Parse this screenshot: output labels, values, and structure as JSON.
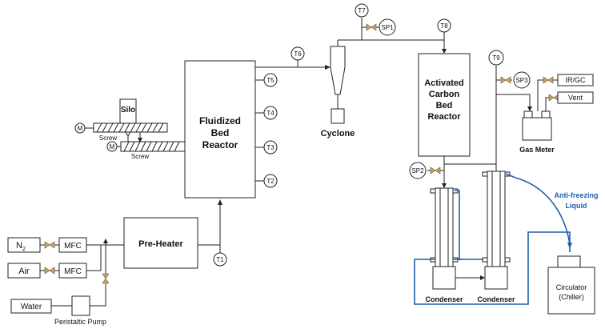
{
  "sensors": {
    "t1": "T1",
    "t2": "T2",
    "t3": "T3",
    "t4": "T4",
    "t5": "T5",
    "t6": "T6",
    "t7": "T7",
    "t8": "T8",
    "t9": "T9"
  },
  "sample_ports": {
    "sp1": "SP1",
    "sp2": "SP2",
    "sp3": "SP3"
  },
  "units": {
    "silo": "Silo",
    "screw_upper": "Screw",
    "screw_lower": "Screw",
    "motor": "M",
    "fbr_line1": "Fluidized",
    "fbr_line2": "Bed",
    "fbr_line3": "Reactor",
    "cyclone": "Cyclone",
    "acbr_line1": "Activated",
    "acbr_line2": "Carbon",
    "acbr_line3": "Bed",
    "acbr_line4": "Reactor",
    "pre_heater": "Pre-Heater",
    "mfc1": "MFC",
    "mfc2": "MFC",
    "n2": "N",
    "n2_sub": "2",
    "air": "Air",
    "water": "Water",
    "pump": "Peristaltic Pump",
    "condenser1": "Condenser",
    "condenser2": "Condenser",
    "circ_line1": "Circulator",
    "circ_line2": "(Chiller)",
    "gas_meter": "Gas Meter",
    "irgc": "IR/GC",
    "vent": "Vent",
    "anti_line1": "Anti-freezing",
    "anti_line2": "Liquid"
  },
  "colors": {
    "line": "#222222",
    "coolant": "#1f5fa8",
    "valve": "#c9a36a"
  }
}
